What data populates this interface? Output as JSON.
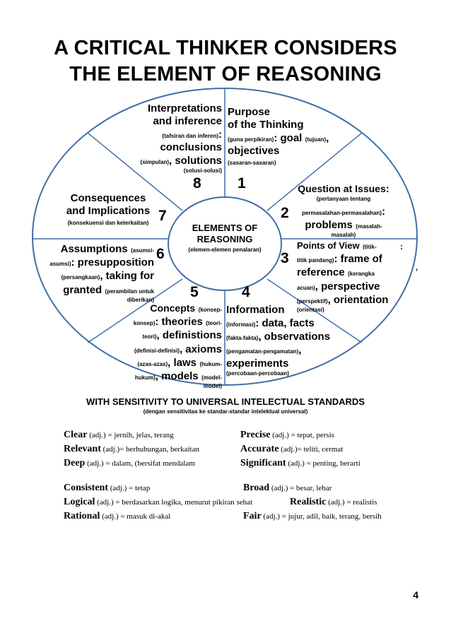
{
  "title": {
    "line1": "A CRITICAL THINKER CONSIDERS",
    "line2": "THE ELEMENT OF REASONING"
  },
  "center": {
    "line1": "ELEMENTS OF",
    "line2": "REASONING",
    "sub": "(elemen-elemen penalaran)"
  },
  "segments": {
    "s1": {
      "num": "1",
      "l1": "Purpose",
      "l2": "of the Thinking",
      "l3a": "(guna perpikiran)",
      "l3b": ": goal",
      "l3c": "(tujuan)",
      "l3d": ",",
      "l4": "objectives",
      "l5": "(sasaran-sasaran)"
    },
    "s2": {
      "num": "2",
      "l1": "Question at Issues",
      "l1b": ":",
      "l2": "(pertanyaan tentang",
      "l3a": "permasalahan-permasalahan)",
      "l3b": ":",
      "l4a": "problems",
      "l4b": "(masalah-",
      "l5": "masalah)"
    },
    "s3": {
      "num": "3",
      "l1a": "Points of View",
      "l1b": "(titik-",
      "l2a": "titik pandang)",
      "l2b": ": frame of",
      "l3a": "reference",
      "l3b": "(kerangka",
      "l4a": "acuan)",
      "l4b": ", perspective",
      "l5a": "(perspektif)",
      "l5b": ", orientation",
      "l6": "(orientasi)"
    },
    "s4": {
      "num": "4",
      "l1": "Information",
      "l2a": "(informasi)",
      "l2b": ": data, facts",
      "l3a": "(fakta-fakta)",
      "l3b": ", observations",
      "l4a": "(pengamatan-pengamatan)",
      "l4b": ",",
      "l5": "experiments",
      "l6": "(percobaan-percobaan)"
    },
    "s5": {
      "num": "5",
      "l1a": "Concepts",
      "l1b": "(konsep-",
      "l2a": "konsep)",
      "l2b": ": theories",
      "l2c": "(teori-",
      "l3a": "teori)",
      "l3b": ", definistions",
      "l4a": "(definisi-definisi)",
      "l4b": ", axioms",
      "l5a": "(azas-azas)",
      "l5b": ", laws",
      "l5c": "(hukum-",
      "l6a": "hukum)",
      "l6b": ", models",
      "l6c": "(model-",
      "l7": "model)"
    },
    "s6": {
      "num": "6",
      "l1a": "Assumptions",
      "l1b": "(asumsi-",
      "l2a": "asumsi)",
      "l2b": ": presupposition",
      "l3a": "(persangkaan)",
      "l3b": ", taking for",
      "l4a": "granted",
      "l4b": "(perambilan untuk",
      "l5": "diberikan)"
    },
    "s7": {
      "num": "7",
      "l1": "Consequences",
      "l2": "and Implications",
      "l3": "(konsekuensi dan keterkaitan)"
    },
    "s8": {
      "num": "8",
      "l1": "Interpretations",
      "l2": "and inference",
      "l3a": "(tafsiran dan inferen)",
      "l3b": ":",
      "l4": "conclusions",
      "l5a": "(simpulan)",
      "l5b": ", solutions",
      "l6": "(solusi-solusi)"
    }
  },
  "standards": {
    "title": "WITH SENSITIVITY TO UNIVERSAL INTELECTUAL STANDARDS",
    "subtitle": "(dengan sensitivitas ke standar-standar intelektual universal)",
    "items": [
      {
        "term": "Clear",
        "def": "(adj.) = jernih, jelas, terang"
      },
      {
        "term": "Precise",
        "def": "(adj.) = tepat, persis"
      },
      {
        "term": "Relevant",
        "def": "(adj.)= berhubungan, berkaitan"
      },
      {
        "term": "Accurate",
        "def": "(adj.)= teliti, cermat"
      },
      {
        "term": "Deep",
        "def": "(adj.) = dalam, (bersifat mendalam"
      },
      {
        "term": "Significant",
        "def": "(adj.) = penting, berarti"
      },
      {
        "term": "Consistent",
        "def": "(adj.) = tetap"
      },
      {
        "term": "Broad",
        "def": "(adj.) = besar, lebar"
      },
      {
        "term": "Logical",
        "def": "(adj.) = berdasarkan logika, menurut pikiran sehat"
      },
      {
        "term": "Realistic",
        "def": "(adj.) = realistis"
      },
      {
        "term": "Rational",
        "def": "(adj.) = masuk di-akal"
      },
      {
        "term": "Fair",
        "def": "(adj.) = jujur, adil, baik, terang, bersih"
      }
    ]
  },
  "stray_marks": {
    "comma1": ",",
    "colon1": ":"
  },
  "page_number": "4",
  "colors": {
    "lines": "#3f6fa8",
    "text": "#000000"
  }
}
